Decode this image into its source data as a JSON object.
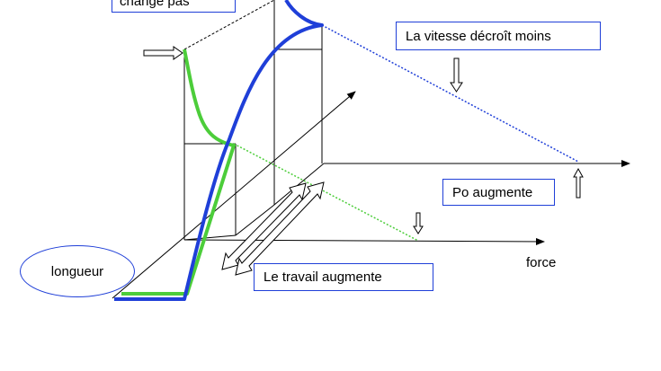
{
  "labels": {
    "top_left_box": "change pas",
    "speed_box": "La vitesse décroît moins",
    "power_box": "Po augmente",
    "work_box": "Le travail augmente",
    "length_oval": "longueur",
    "force_axis": "force"
  },
  "colors": {
    "blue_curve": "#1f3fd8",
    "green_curve": "#4ccd3a",
    "axis": "#000000",
    "box_border": "#1f3fd8"
  },
  "icons": [
    "arrow-right-icon",
    "arrow-down-icon",
    "arrow-up-icon",
    "double-arrow-icon"
  ]
}
